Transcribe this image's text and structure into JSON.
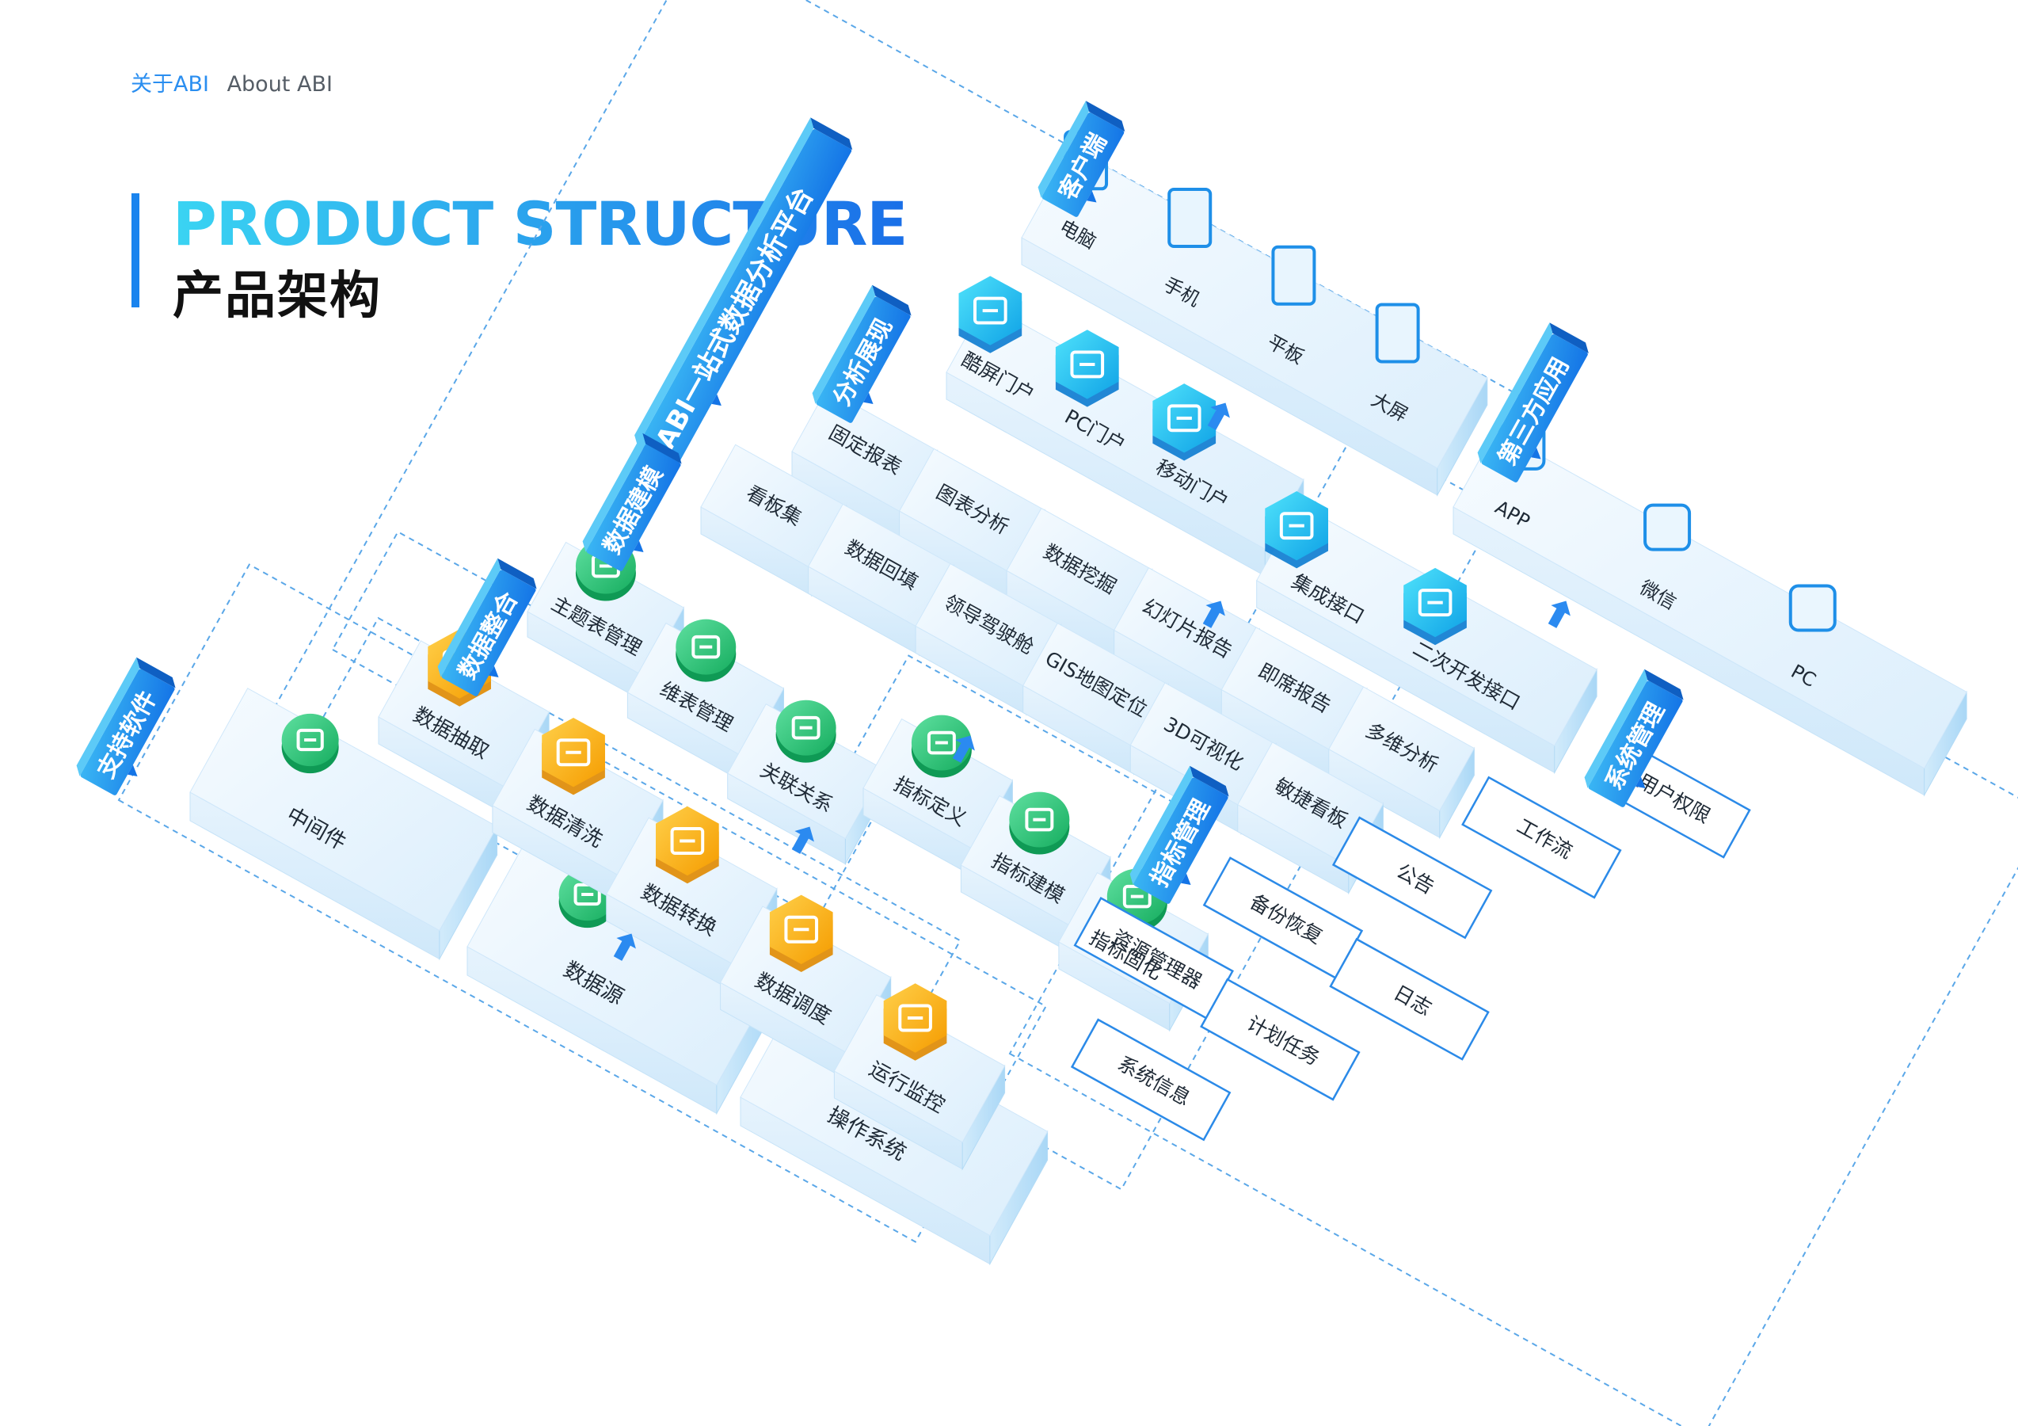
{
  "header": {
    "breadcrumb_cn": "关于ABI",
    "breadcrumb_en": "About ABI",
    "title_en": "PRODUCT STRUCTURE",
    "title_cn": "产品架构"
  },
  "diagram": {
    "platform_label": "ABI一站式数据分析平台",
    "clients": {
      "label": "客户端",
      "items": [
        {
          "label": "电脑",
          "icon": "monitor-icon"
        },
        {
          "label": "手机",
          "icon": "phone-icon"
        },
        {
          "label": "平板",
          "icon": "tablet-icon"
        },
        {
          "label": "大屏",
          "icon": "screen-play-icon"
        }
      ]
    },
    "third_party": {
      "label": "第三方应用",
      "items": [
        {
          "label": "APP",
          "icon": "app-grid-icon"
        },
        {
          "label": "微信",
          "icon": "wechat-icon"
        },
        {
          "label": "PC",
          "icon": "windows-icon"
        }
      ]
    },
    "portals": {
      "items": [
        {
          "label": "酷屏门户",
          "icon": "big-screen-icon"
        },
        {
          "label": "PC门户",
          "icon": "pc-icon"
        },
        {
          "label": "移动门户",
          "icon": "mobile-icon"
        },
        {
          "label": "集成接口",
          "icon": "integration-icon"
        },
        {
          "label": "二次开发接口",
          "icon": "sync-icon"
        }
      ]
    },
    "analysis": {
      "label": "分析展现",
      "rows": [
        [
          "固定报表",
          "图表分析",
          "数据挖掘",
          "幻灯片报告",
          "即席报告",
          "多维分析"
        ],
        [
          "看板集",
          "数据回填",
          "领导驾驶舱",
          "GIS地图定位",
          "3D可视化",
          "敏捷看板"
        ]
      ]
    },
    "modeling": {
      "label": "数据建模",
      "items": [
        {
          "label": "主题表管理",
          "icon": "table-doc-icon"
        },
        {
          "label": "维表管理",
          "icon": "dim-table-icon"
        },
        {
          "label": "关联关系",
          "icon": "link-icon"
        }
      ]
    },
    "metrics": {
      "label": "指标管理",
      "items": [
        {
          "label": "指标定义",
          "icon": "edit-icon"
        },
        {
          "label": "指标建模",
          "icon": "cluster-icon"
        },
        {
          "label": "指标固化",
          "icon": "puzzle-gear-icon"
        }
      ]
    },
    "integration": {
      "label": "数据整合",
      "items": [
        {
          "label": "数据抽取",
          "icon": "extract-icon"
        },
        {
          "label": "数据清洗",
          "icon": "bar-chart-icon"
        },
        {
          "label": "数据转换",
          "icon": "convert-icon"
        },
        {
          "label": "数据调度",
          "icon": "schedule-icon"
        },
        {
          "label": "运行监控",
          "icon": "monitor-pulse-icon"
        }
      ]
    },
    "support": {
      "label": "支持软件",
      "items": [
        {
          "label": "中间件",
          "icon": "middleware-icon"
        },
        {
          "label": "数据源",
          "icon": "database-icon"
        },
        {
          "label": "操作系统",
          "icon": "os-icon"
        }
      ]
    },
    "system": {
      "label": "系统管理",
      "rows": [
        [
          "用户权限",
          "工作流",
          "公告",
          "备份恢复",
          "资源管理器"
        ],
        [
          "日志",
          "计划任务",
          "系统信息"
        ]
      ]
    },
    "colors": {
      "primary": "#1a8cf0",
      "cyan": "#22b8f0",
      "green": "#28c873",
      "orange": "#ffb410",
      "box_top": "#eaf4fd",
      "box_right": "#bfe2f8",
      "box_left": "#d8edfb",
      "dash": "#5aa7e8"
    }
  }
}
